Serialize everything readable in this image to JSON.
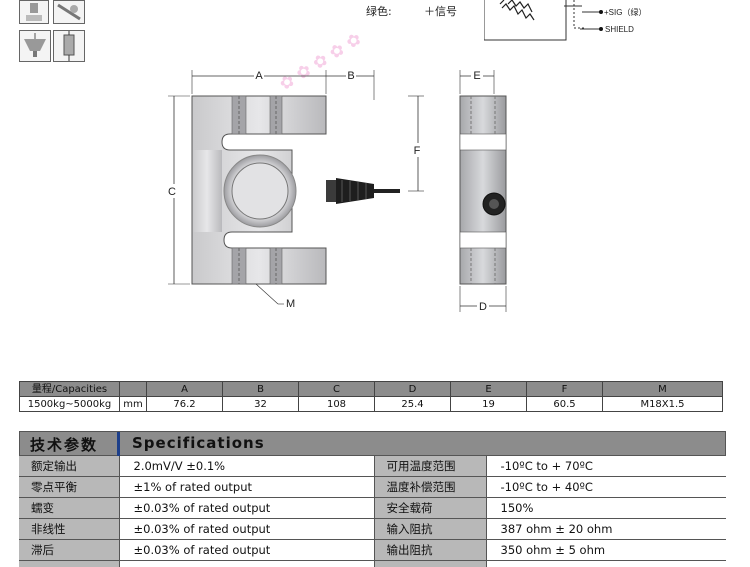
{
  "legend": {
    "green_label": "绿色:",
    "green_value": "＋信号",
    "sig_label": "+SIG（绿）",
    "shield_label": "SHIELD"
  },
  "drawing": {
    "dim_a": "A",
    "dim_b": "B",
    "dim_c": "C",
    "dim_f": "F",
    "dim_m": "M",
    "dim_e": "E",
    "dim_d": "D"
  },
  "dimensions_table": {
    "headers": [
      "量程/Capacities",
      "",
      "A",
      "B",
      "C",
      "D",
      "E",
      "F",
      "M"
    ],
    "row": [
      "1500kg~5000kg",
      "mm",
      "76.2",
      "32",
      "108",
      "25.4",
      "19",
      "60.5",
      "M18X1.5"
    ]
  },
  "specifications": {
    "title_cn": "技术参数",
    "title_en": "Specifications",
    "rows": [
      [
        "额定输出",
        "2.0mV/V ±0.1%",
        "可用温度范围",
        "-10ºC to + 70ºC"
      ],
      [
        "零点平衡",
        "±1% of rated output",
        "温度补偿范围",
        "-10ºC to + 40ºC"
      ],
      [
        "蠕变",
        "±0.03% of rated output",
        "安全载荷",
        "150%"
      ],
      [
        "非线性",
        "±0.03% of rated output",
        "输入阻抗",
        "387 ohm ± 20 ohm"
      ],
      [
        "滞后",
        "±0.03% of rated output",
        "输出阻抗",
        "350 ohm ± 5 ohm"
      ]
    ]
  }
}
